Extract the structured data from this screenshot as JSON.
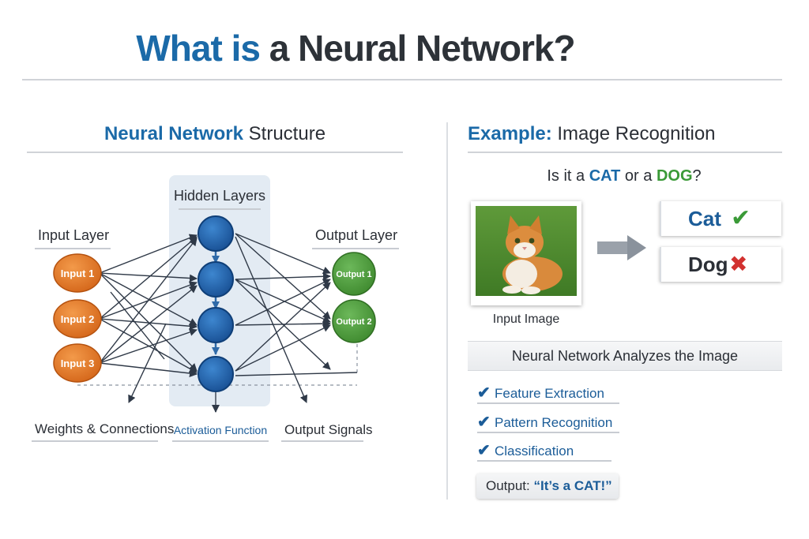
{
  "title": {
    "highlight": "What is",
    "rest": " a Neural Network?"
  },
  "left": {
    "heading": {
      "highlight": "Neural Network",
      "rest": " Structure"
    },
    "hidden_layers_label": "Hidden Layers",
    "input_layer_label": "Input Layer",
    "output_layer_label": "Output Layer",
    "inputs": [
      "Input 1",
      "Input 2",
      "Input 3"
    ],
    "outputs": [
      "Output 1",
      "Output 2"
    ],
    "captions": {
      "weights": "Weights & Connections",
      "activation": "Activation Function",
      "signals": "Output Signals"
    }
  },
  "right": {
    "heading": {
      "highlight": "Example:",
      "rest": " Image Recognition"
    },
    "question": {
      "prefix": "Is it a ",
      "cat": "CAT",
      "middle": " or a ",
      "dog": "DOG",
      "suffix": "?"
    },
    "image_caption": "Input Image",
    "results": [
      {
        "label": "Cat",
        "mark": "✔",
        "color": "#3a9a37"
      },
      {
        "label": "Dog",
        "mark": "✖",
        "color": "#d2312f"
      }
    ],
    "analyze_label": "Neural Network Analyzes the Image",
    "steps": [
      "Feature Extraction",
      "Pattern Recognition",
      "Classification"
    ],
    "output": {
      "prefix": "Output: ",
      "value": "“It’s a CAT!”"
    }
  },
  "colors": {
    "accent_blue": "#1b6aa8",
    "input_orange": "#e0741f",
    "output_green": "#4a9a3a",
    "hidden_blue": "#1f5fa8"
  }
}
